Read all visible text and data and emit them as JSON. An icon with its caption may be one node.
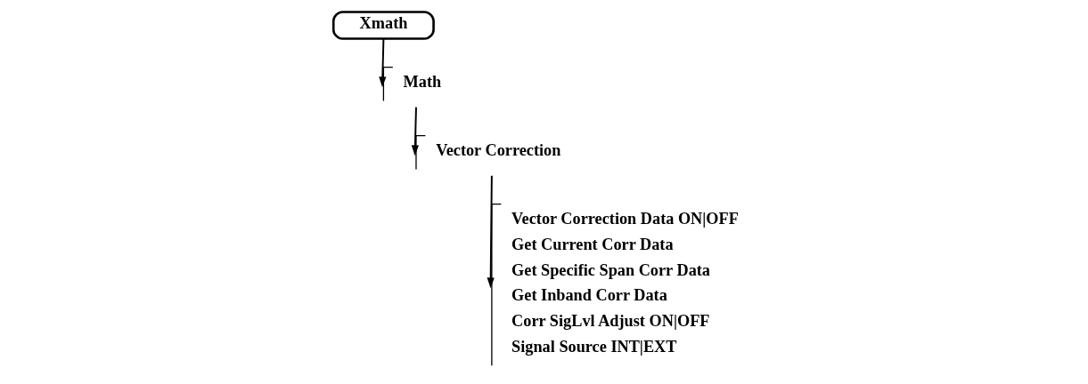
{
  "diagram": {
    "nodes": [
      {
        "text": [
          "Xmath"
        ]
      },
      {
        "text": [
          "Math"
        ]
      },
      {
        "text": [
          "Vector Correction"
        ]
      },
      {
        "text": [
          "Vector Correction Data ON|OFF",
          "Get Current Corr Data",
          "Get Specific Span Corr Data",
          "Get Inband Corr Data",
          "Corr SigLvl Adjust ON|OFF",
          "Signal Source INT|EXT"
        ]
      }
    ],
    "edges": [
      {
        "from": 0,
        "to": 1,
        "arrow": "to"
      },
      {
        "from": 1,
        "to": 2,
        "arrow": "to"
      },
      {
        "from": 2,
        "to": 3,
        "arrow": "to"
      }
    ]
  }
}
